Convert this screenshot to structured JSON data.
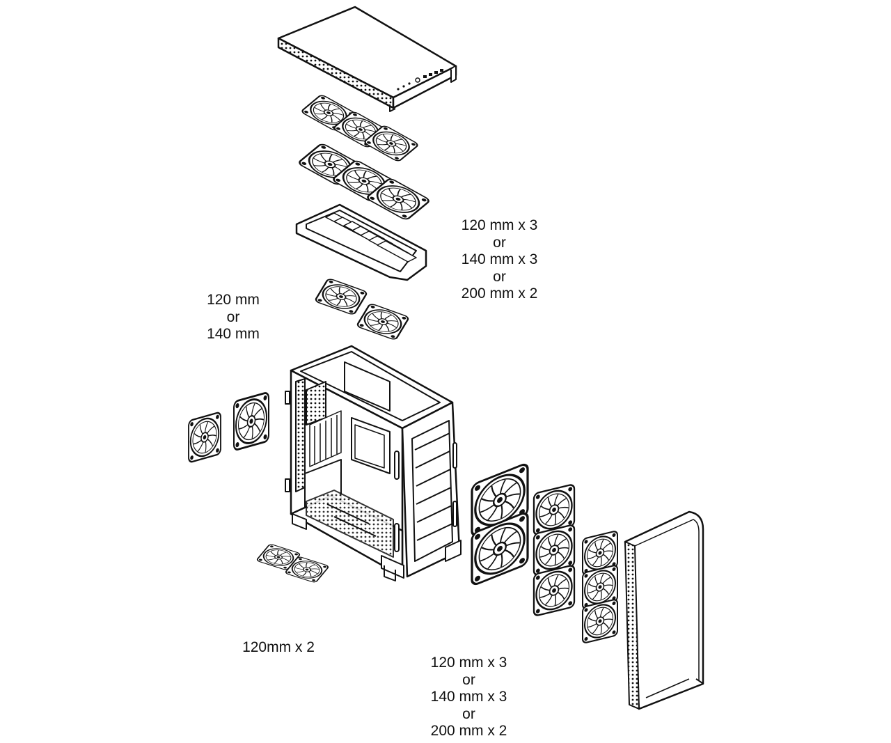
{
  "labels": {
    "top": [
      "120 mm x 3",
      "or",
      "140 mm x 3",
      "or",
      "200 mm x 2"
    ],
    "rear": [
      "120 mm",
      "or",
      "140 mm"
    ],
    "bottom": [
      "120mm x 2"
    ],
    "front": [
      "120 mm x 3",
      "or",
      "140 mm x 3",
      "or",
      "200 mm x 2"
    ]
  },
  "colors": {
    "line": "#111111",
    "fill": "#ffffff",
    "background": "#ffffff"
  }
}
